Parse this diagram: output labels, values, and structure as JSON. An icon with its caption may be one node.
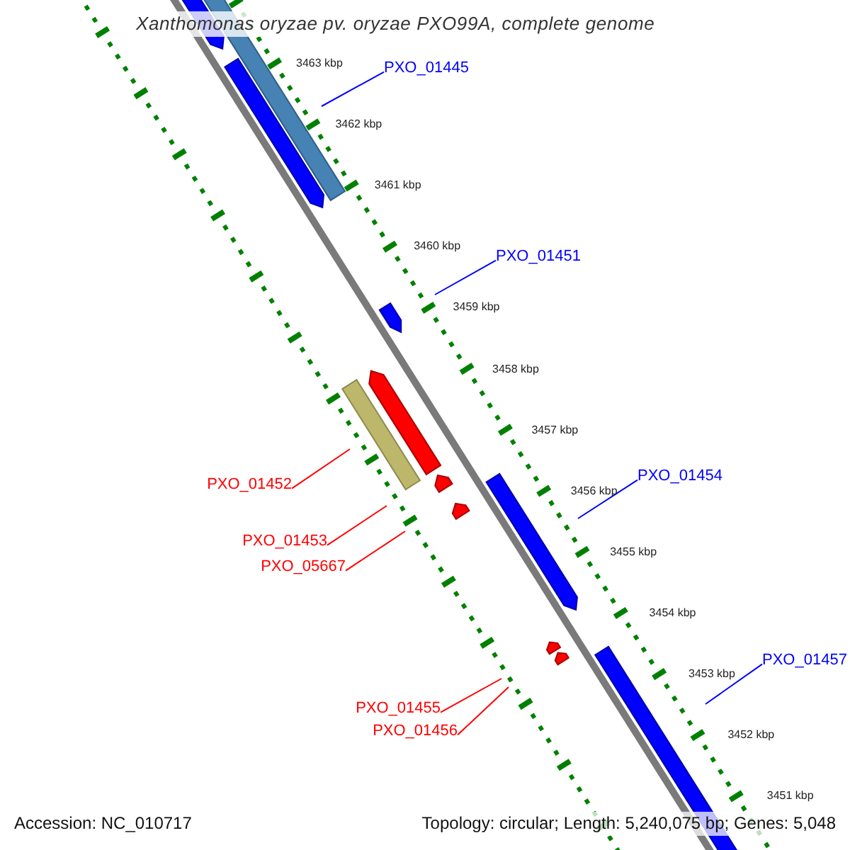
{
  "diagram": {
    "title": "Xanthomonas oryzae pv. oryzae PXO99A, complete genome",
    "nodes": [
      {
        "text": [
          "PXO_01445"
        ]
      },
      {
        "text": [
          "PXO_01451"
        ]
      },
      {
        "text": [
          "PXO_01452"
        ]
      },
      {
        "text": [
          "PXO_01453"
        ]
      },
      {
        "text": [
          "PXO_05667"
        ]
      },
      {
        "text": [
          "PXO_01454"
        ]
      },
      {
        "text": [
          "PXO_01455"
        ]
      },
      {
        "text": [
          "PXO_01456"
        ]
      },
      {
        "text": [
          "PXO_01457"
        ]
      }
    ],
    "edges": [
      {
        "from": 0,
        "to": null,
        "arrow": "none",
        "color": "#0000ff"
      },
      {
        "from": 1,
        "to": null,
        "arrow": "none",
        "color": "#0000ff"
      },
      {
        "from": 2,
        "to": null,
        "arrow": "none",
        "color": "#ff0000"
      },
      {
        "from": 3,
        "to": null,
        "arrow": "none",
        "color": "#ff0000"
      },
      {
        "from": 4,
        "to": null,
        "arrow": "none",
        "color": "#ff0000"
      },
      {
        "from": 5,
        "to": null,
        "arrow": "none",
        "color": "#0000ff"
      },
      {
        "from": 6,
        "to": null,
        "arrow": "none",
        "color": "#ff0000"
      },
      {
        "from": 7,
        "to": null,
        "arrow": "none",
        "color": "#ff0000"
      },
      {
        "from": 8,
        "to": null,
        "arrow": "none",
        "color": "#0000ff"
      }
    ],
    "labels": [
      "3463 kbp",
      "3462 kbp",
      "3461 kbp",
      "3460 kbp",
      "3459 kbp",
      "3458 kbp",
      "3457 kbp",
      "3456 kbp",
      "3455 kbp",
      "3454 kbp",
      "3453 kbp",
      "3452 kbp",
      "3451 kbp",
      "Accession: NC_010717",
      "Topology: circular; Length: 5,240,075 bp; Genes: 5,048"
    ]
  }
}
